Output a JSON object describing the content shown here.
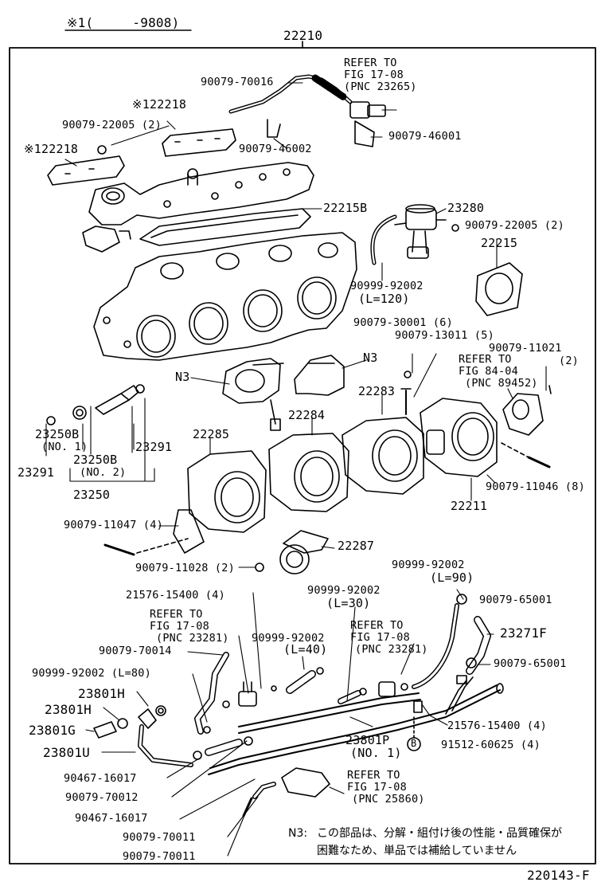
{
  "header": {
    "applicability": "※1(     -9808)",
    "assembly_number": "22210"
  },
  "footer": {
    "figure_code": "220143-F"
  },
  "note": {
    "prefix": "N3:",
    "line1": "この部品は、分解・組付け後の性能・品質確保が",
    "line2": "困難なため、単品では補給していません"
  },
  "callout_labels": [
    "REFER TO",
    "FIG 17-08",
    "(PNC 23265)",
    "90079-70016",
    "※122218",
    "90079-22005 (2)",
    "※122218",
    "90079-46002",
    "90079-46001",
    "22215B",
    "23280",
    "90079-22005 (2)",
    "22215",
    "90999-92002",
    "(L=120)",
    "90079-30001 (6)",
    "90079-13011 (5)",
    "90079-11021",
    "(2)",
    "REFER TO",
    "FIG 84-04",
    "(PNC 89452)",
    "N3",
    "N3",
    "22283",
    "22284",
    "22285",
    "23250B",
    "(NO. 1)",
    "23250B",
    "(NO. 2)",
    "23291",
    "23291",
    "23250",
    "90079-11046 (8)",
    "22211",
    "90079-11047 (4)",
    "22287",
    "90079-11028 (2)",
    "90999-92002",
    "(L=90)",
    "21576-15400 (4)",
    "90999-92002",
    "(L=30)",
    "REFER TO",
    "FIG 17-08",
    "(PNC 23281)",
    "90079-65001",
    "23271F",
    "REFER TO",
    "FIG 17-08",
    "(PNC 23281)",
    "90999-92002",
    "(L=40)",
    "90079-70014",
    "90079-65001",
    "90999-92002 (L=80)",
    "23801H",
    "23801H",
    "23801G",
    "23801U",
    "21576-15400 (4)",
    "23801P",
    "(NO. 1)",
    "91512-60625 (4)",
    "90467-16017",
    "90079-70012",
    "REFER TO",
    "FIG 17-08",
    "(PNC 25860)",
    "90467-16017",
    "90079-70011",
    "90079-70011"
  ],
  "circled_marks": {
    "b_mark": "B"
  }
}
